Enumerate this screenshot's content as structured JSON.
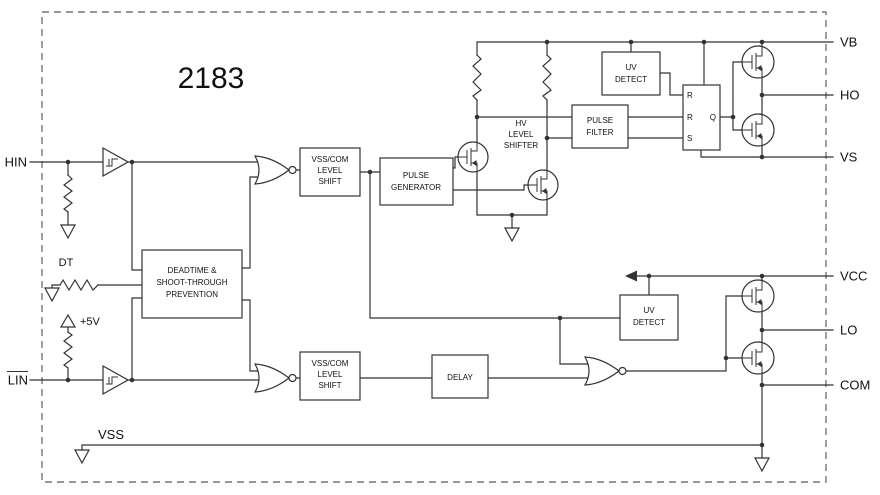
{
  "title": "2183",
  "pins": {
    "hin": "HIN",
    "dt": "DT",
    "lin": "LIN",
    "vss": "VSS",
    "plus5v": "+5V",
    "vb": "VB",
    "ho": "HO",
    "vs": "VS",
    "vcc": "VCC",
    "lo": "LO",
    "com": "COM"
  },
  "blocks": {
    "deadtime": {
      "line1": "DEADTIME &",
      "line2": "SHOOT-THROUGH",
      "line3": "PREVENTION"
    },
    "level_shift_high": {
      "line1": "VSS/COM",
      "line2": "LEVEL",
      "line3": "SHIFT"
    },
    "level_shift_low": {
      "line1": "VSS/COM",
      "line2": "LEVEL",
      "line3": "SHIFT"
    },
    "pulse_generator": {
      "line1": "PULSE",
      "line2": "GENERATOR"
    },
    "hv_level_shifter": {
      "line1": "HV",
      "line2": "LEVEL",
      "line3": "SHIFTER"
    },
    "pulse_filter": {
      "line1": "PULSE",
      "line2": "FILTER"
    },
    "uv_detect_high": {
      "line1": "UV",
      "line2": "DETECT"
    },
    "uv_detect_low": {
      "line1": "UV",
      "line2": "DETECT"
    },
    "delay": {
      "line1": "DELAY"
    },
    "latch": {
      "in1": "R",
      "in2": "R",
      "in3": "S",
      "out": "Q"
    }
  },
  "colors": {
    "wire": "#333333",
    "border": "#777777",
    "background": "#ffffff"
  }
}
